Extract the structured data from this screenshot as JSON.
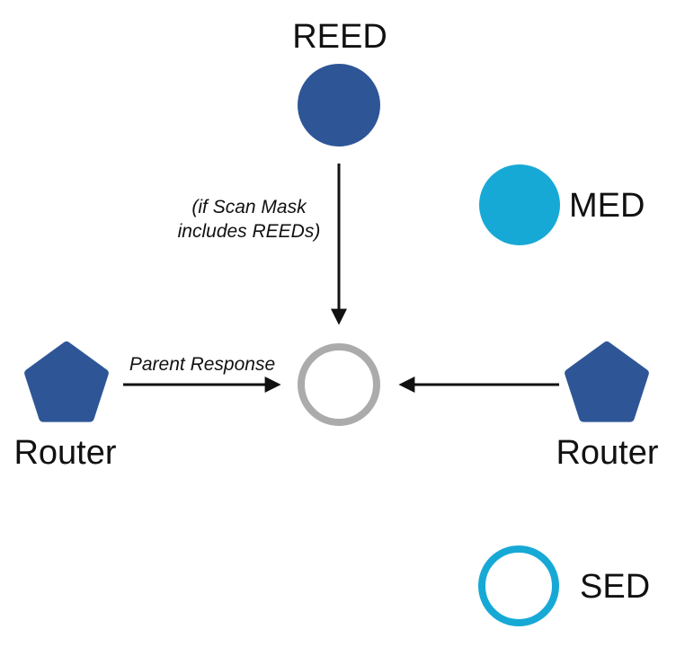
{
  "background": "#FFFFFF",
  "colors": {
    "primary_blue": "#2E5697",
    "accent_cyan": "#17A9D6",
    "neutral_gray": "#ABABAB",
    "ink": "#111111"
  },
  "nodes": {
    "reed": {
      "label": "REED"
    },
    "med": {
      "label": "MED"
    },
    "sed": {
      "label": "SED"
    },
    "router_left": {
      "label": "Router"
    },
    "router_right": {
      "label": "Router"
    }
  },
  "annotations": {
    "scan_mask_note": "(if Scan Mask includes REEDs)",
    "parent_response": "Parent Response"
  }
}
